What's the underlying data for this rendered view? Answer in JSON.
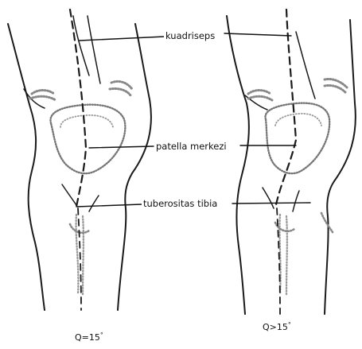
{
  "labels": {
    "quadriceps": "kuadriseps",
    "patella_center": "patella merkezi",
    "tibial_tuberosity": "tuberositas tibia"
  },
  "captions": {
    "left_q": "Q=15",
    "right_q": "Q>15",
    "degree_symbol": "°"
  }
}
